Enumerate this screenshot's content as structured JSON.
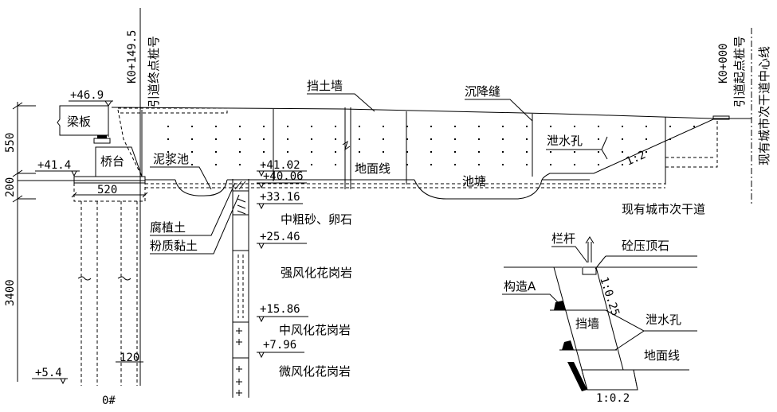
{
  "labels": {
    "end_station": "K0+149.5",
    "end_station_name": "引道终点桩号",
    "start_station": "K0+000",
    "start_station_name": "引道起点桩号",
    "road_centerline": "现有城市次干道中心线",
    "existing_road": "现有城市次干道",
    "retaining_wall": "挡土墙",
    "settlement_joint": "沉降缝",
    "drain_hole": "泄水孔",
    "slope": "1:2",
    "beam_slab": "梁板",
    "abutment": "桥台",
    "mud_pit": "泥浆池",
    "ground_line": "地面线",
    "pond": "池塘",
    "humus": "腐植土",
    "silty_clay": "粉质黏土",
    "sand_gravel": "中粗砂、卵石",
    "strong_granite": "强风化花岗岩",
    "medium_granite": "中风化花岗岩",
    "slight_granite": "微风化花岗岩",
    "pier": "0#"
  },
  "elevations": {
    "deck": "+46.9",
    "cap_top": "+41.4",
    "ground_a": "+41.02",
    "ground_b": "+40.06",
    "e1": "+33.16",
    "e2": "+25.46",
    "e3": "+15.86",
    "e4": "+7.96",
    "pile_tip": "+5.4"
  },
  "dimensions": {
    "h1": "550",
    "h2": "200",
    "h3": "3400",
    "cap_width": "520",
    "pile_gap": "120"
  },
  "detail": {
    "railing": "栏杆",
    "coping": "砼压顶石",
    "structure_a": "构造A",
    "wall": "挡墙",
    "drain_hole": "泄水孔",
    "ground_line": "地面线",
    "face_slope": "1:0.25",
    "base_slope": "1:0.2"
  }
}
